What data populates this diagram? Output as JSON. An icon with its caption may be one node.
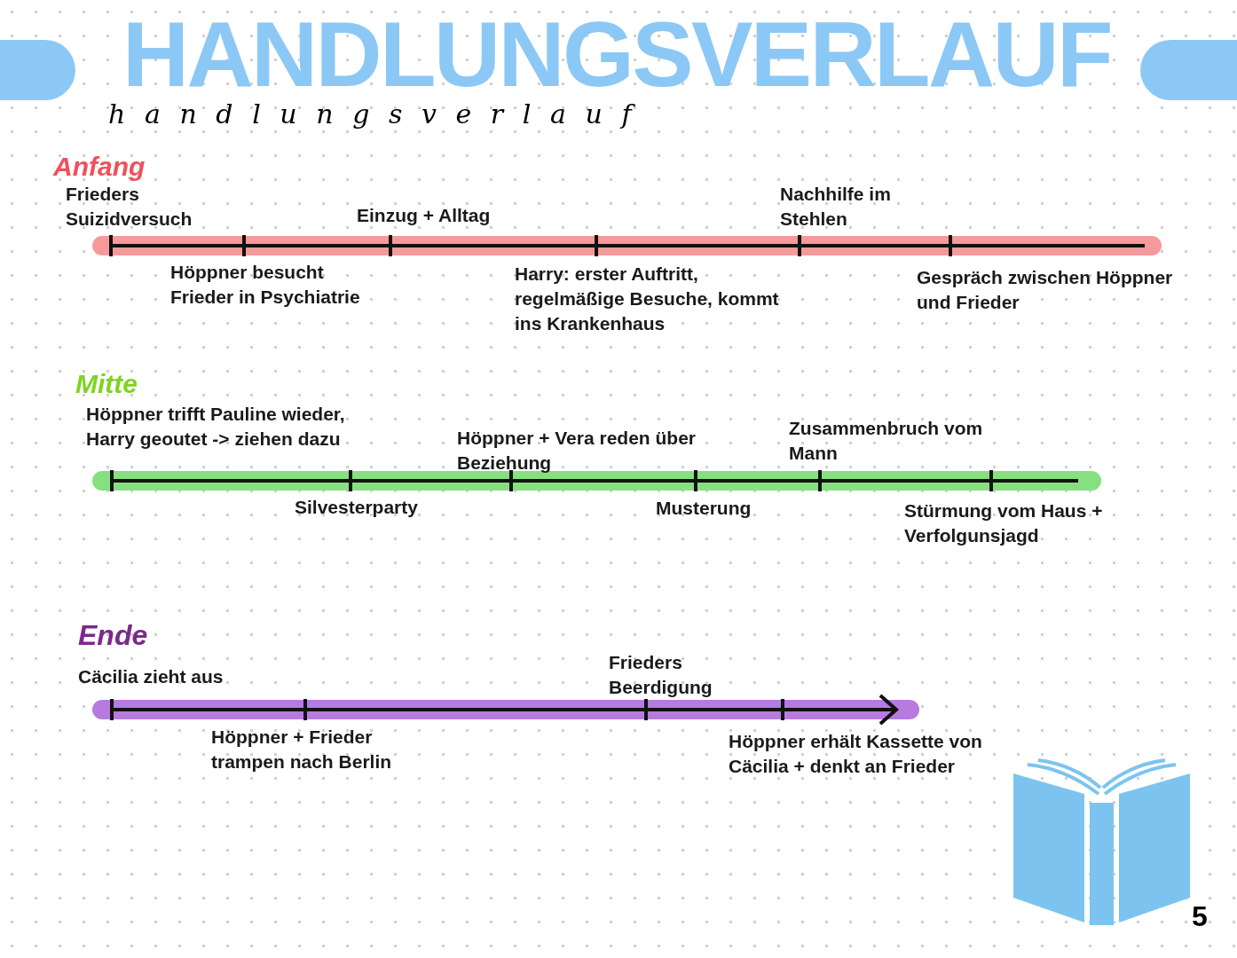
{
  "diagram": {
    "title": "HANDLUNGSVERLAUF",
    "labels": [
      "handlungsverlauf",
      "Anfang",
      "Frieders Suizidversuch",
      "Einzug + Alltag",
      "Nachhilfe im Stehlen",
      "Höppner besucht Frieder in Psychiatrie",
      "Harry: erster Auftritt, regelmäßige Besuche, kommt ins Krankenhaus",
      "Gespräch zwischen Höppner und Frieder",
      "Mitte",
      "Höppner trifft Pauline wieder, Harry geoutet -> ziehen dazu",
      "Höppner + Vera reden über Beziehung",
      "Zusammenbruch vom Mann",
      "Silvesterparty",
      "Musterung",
      "Stürmung vom Haus + Verfolgunsjagd",
      "Ende",
      "Cäcilia zieht aus",
      "Frieders Beerdigung",
      "Höppner + Frieder trampen nach Berlin",
      "Höppner erhält Kassette von Cäcilia + denkt an Frieder",
      "5"
    ]
  }
}
